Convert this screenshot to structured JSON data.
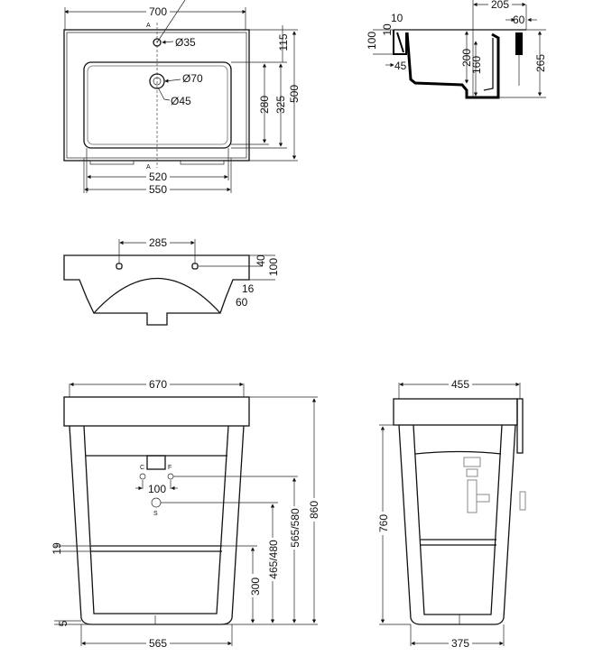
{
  "top_view": {
    "width_overall": "700",
    "tap_hole": "Ø35",
    "drain_outer": "Ø70",
    "drain_inner": "Ø45",
    "section_mark_top": "A",
    "section_mark_bottom": "A",
    "dim_115": "115",
    "dim_280": "280",
    "dim_325": "325",
    "dim_500": "500",
    "dim_520": "520",
    "dim_550": "550"
  },
  "section_view": {
    "dim_205": "205",
    "dim_60": "60",
    "dim_10_top": "10",
    "dim_10_side": "10",
    "dim_100": "100",
    "dim_45": "45",
    "dim_200": "200",
    "dim_160": "160",
    "dim_265": "265"
  },
  "rear_view": {
    "dim_285": "285",
    "dim_40": "40",
    "dim_100": "100",
    "dim_16": "16",
    "dim_60": "60"
  },
  "front_stand_view": {
    "dim_670": "670",
    "dim_19": "19",
    "dim_5": "5",
    "dim_565_bottom": "565",
    "dim_300": "300",
    "dim_465_480": "465/480",
    "dim_565_580": "565/580",
    "dim_860": "860",
    "label_cold": "C",
    "label_hot": "F",
    "label_waste": "S",
    "dim_100": "100"
  },
  "side_stand_view": {
    "dim_455": "455",
    "dim_760": "760",
    "dim_375": "375"
  }
}
